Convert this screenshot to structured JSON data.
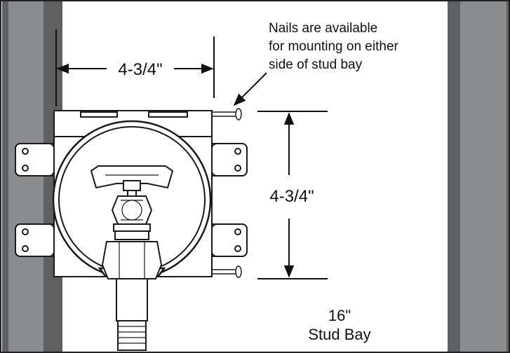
{
  "labels": {
    "width_dimension": "4-3/4\"",
    "height_dimension": "4-3/4\"",
    "nails_note": [
      "Nails are available",
      "for mounting on either",
      "side of stud bay"
    ],
    "stud_bay_size": "16\"",
    "stud_bay_word": "Stud Bay"
  },
  "colors": {
    "stud_outer": "#5f6062",
    "stud_inner": "#8b8c8f",
    "outline": "#1a1a1a",
    "box_fill": "#ffffff",
    "background": "#ffffff"
  }
}
